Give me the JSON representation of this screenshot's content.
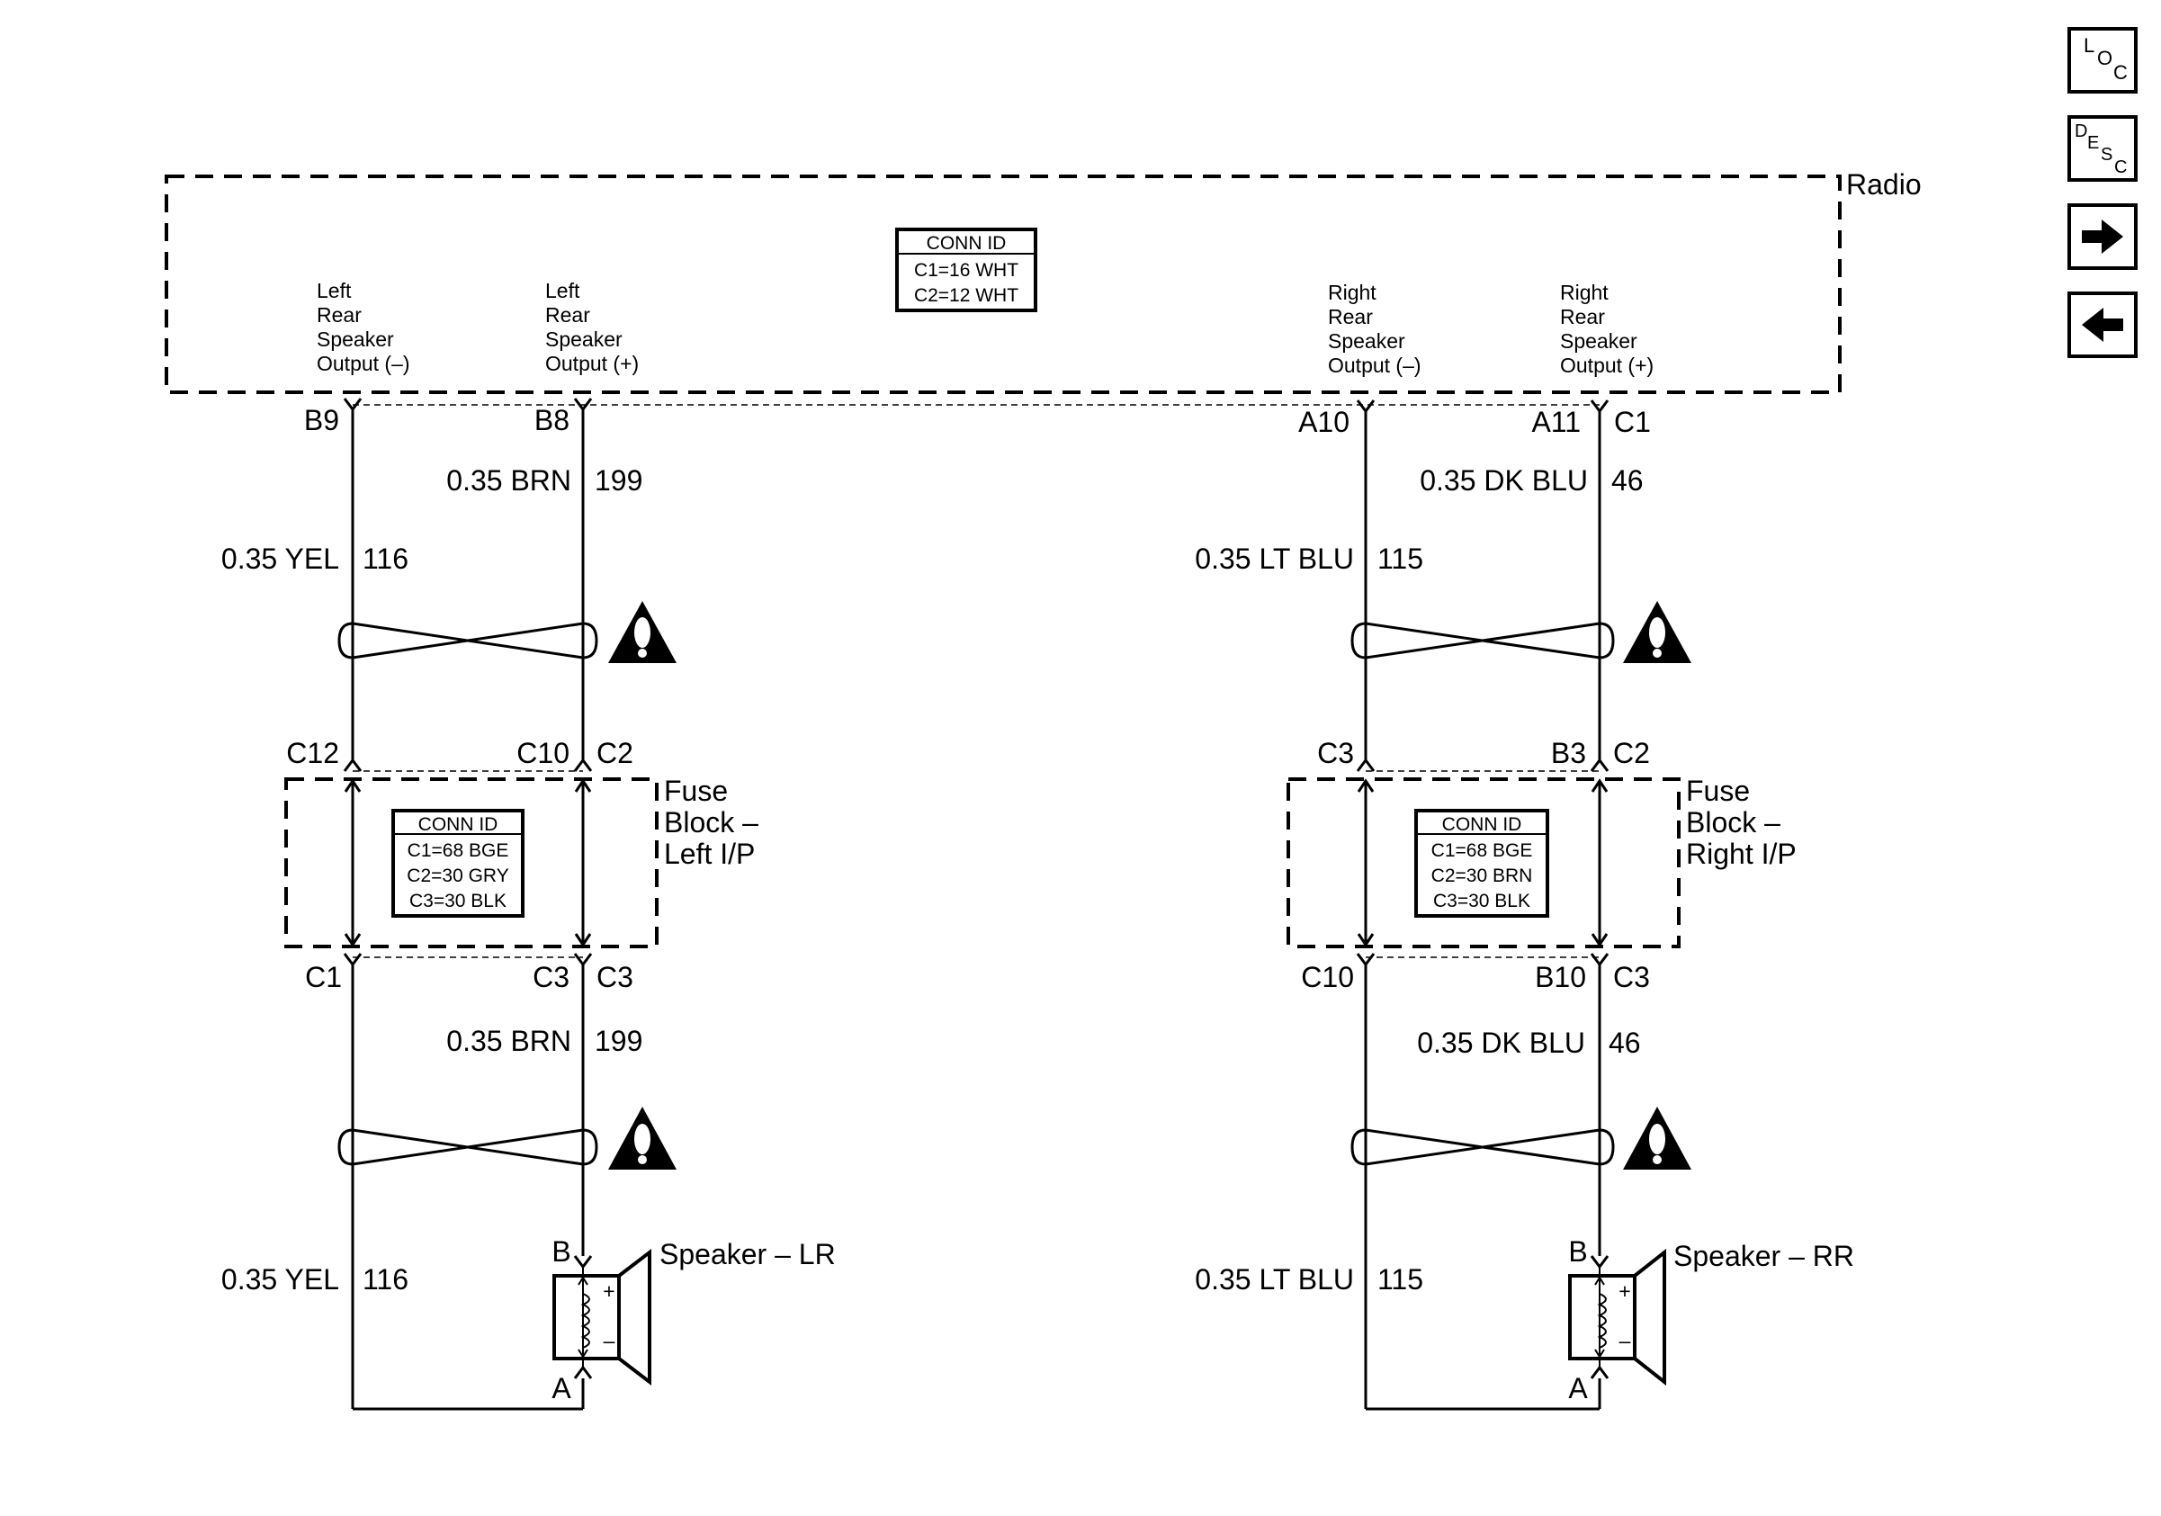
{
  "nav": {
    "loc_letters": [
      "L",
      "O",
      "C"
    ],
    "desc_letters": [
      "D",
      "E",
      "S",
      "C"
    ]
  },
  "radio": {
    "title": "Radio",
    "conn_id": {
      "header": "CONN ID",
      "lines": [
        "C1=16 WHT",
        "C2=12 WHT"
      ]
    },
    "outputs": {
      "lr_minus": [
        "Left",
        "Rear",
        "Speaker",
        "Output (–)"
      ],
      "lr_plus": [
        "Left",
        "Rear",
        "Speaker",
        "Output (+)"
      ],
      "rr_minus": [
        "Right",
        "Rear",
        "Speaker",
        "Output (–)"
      ],
      "rr_plus": [
        "Right",
        "Rear",
        "Speaker",
        "Output (+)"
      ]
    },
    "pins": {
      "lr_minus": "B9",
      "lr_plus": "B8",
      "rr_minus": "A10",
      "rr_plus_a": "A11",
      "rr_plus_c": "C1"
    }
  },
  "left": {
    "wire_upper_minus": {
      "spec": "0.35 YEL",
      "circuit": "116"
    },
    "wire_upper_plus": {
      "spec": "0.35 BRN",
      "circuit": "199"
    },
    "fuse_top_pins": [
      "C12",
      "C10",
      "C2"
    ],
    "fuse_block": {
      "title": [
        "Fuse",
        "Block –",
        "Left I/P"
      ],
      "conn_id": {
        "header": "CONN ID",
        "lines": [
          "C1=68 BGE",
          "C2=30 GRY",
          "C3=30 BLK"
        ]
      }
    },
    "fuse_bottom_pins": [
      "C1",
      "C3",
      "C3"
    ],
    "wire_lower_plus": {
      "spec": "0.35 BRN",
      "circuit": "199"
    },
    "wire_lower_minus": {
      "spec": "0.35 YEL",
      "circuit": "116"
    },
    "speaker": {
      "title": "Speaker – LR",
      "pin_b": "B",
      "pin_a": "A",
      "plus": "+",
      "minus": "–"
    }
  },
  "right": {
    "wire_upper_minus": {
      "spec": "0.35 LT BLU",
      "circuit": "115"
    },
    "wire_upper_plus": {
      "spec": "0.35 DK BLU",
      "circuit": "46"
    },
    "fuse_top_pins": [
      "C3",
      "B3",
      "C2"
    ],
    "fuse_block": {
      "title": [
        "Fuse",
        "Block –",
        "Right I/P"
      ],
      "conn_id": {
        "header": "CONN ID",
        "lines": [
          "C1=68 BGE",
          "C2=30 BRN",
          "C3=30 BLK"
        ]
      }
    },
    "fuse_bottom_pins": [
      "C10",
      "B10",
      "C3"
    ],
    "wire_lower_plus": {
      "spec": "0.35 DK BLU",
      "circuit": "46"
    },
    "wire_lower_minus": {
      "spec": "0.35 LT BLU",
      "circuit": "115"
    },
    "speaker": {
      "title": "Speaker – RR",
      "pin_b": "B",
      "pin_a": "A",
      "plus": "+",
      "minus": "–"
    }
  }
}
